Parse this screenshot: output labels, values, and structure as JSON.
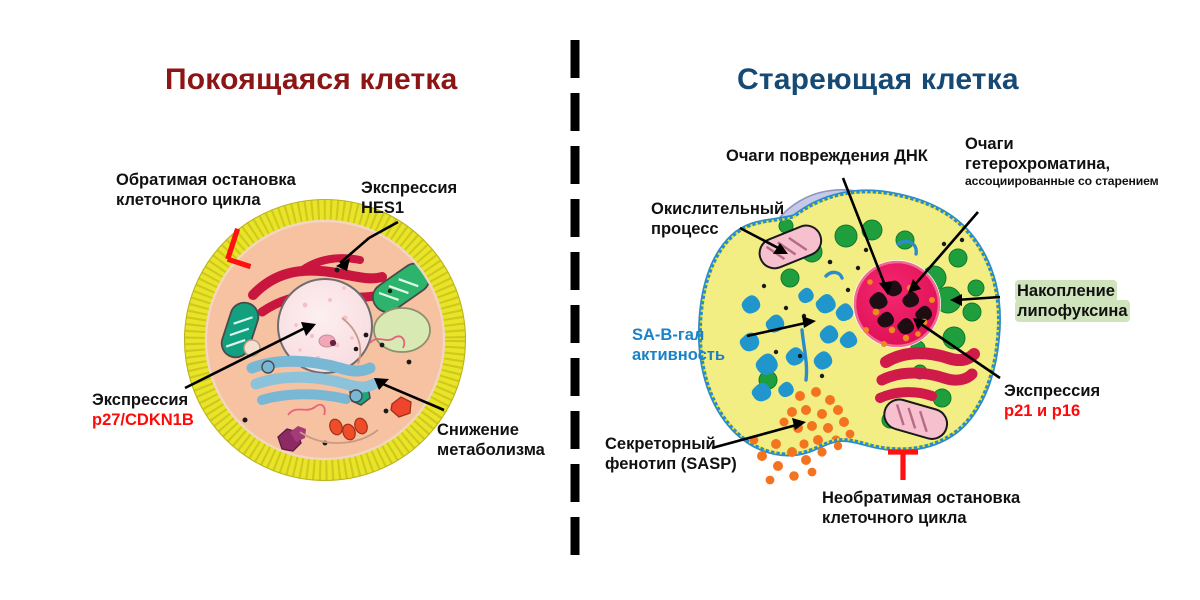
{
  "diagram": {
    "type": "scientific-illustration",
    "subject": "Quiescent cell vs senescent cell comparison",
    "divider": "vertical-dashed-line"
  },
  "panels": {
    "left": {
      "title": "Покоящаяся клетка",
      "title_color": "#8c1515",
      "cell": {
        "name": "quiescent-cell",
        "membrane_color": "#e8e331",
        "cytoplasm_color": "#f7c4a4",
        "nucleus_color": "#fbe3e6"
      },
      "labels": [
        {
          "name": "reversible-arrest",
          "line1": "Обратимая остановка",
          "line2": "клеточного цикла",
          "color": "#111111",
          "marker": "red-inhibition-bar"
        },
        {
          "name": "hes1-expression",
          "line1": "Экспрессия",
          "line2": "HES1",
          "color": "#111111"
        },
        {
          "name": "p27-expression",
          "line1": "Экспрессия",
          "line2": "p27/CDKN1B",
          "color": "#111111",
          "accent_color": "#ff0a0a"
        },
        {
          "name": "reduced-metabolism",
          "line1": "Снижение",
          "line2": "метаболизма",
          "color": "#111111"
        }
      ]
    },
    "right": {
      "title": "Стареющая клетка",
      "title_color": "#164a74",
      "cell": {
        "name": "senescent-cell",
        "membrane_color": "#2b8ccc",
        "cytoplasm_color": "#f2ee84",
        "nucleus_color": "#ec1c63",
        "halo_color": "#b9bfe0"
      },
      "labels": [
        {
          "name": "dna-damage-foci",
          "line1": "Очаги повреждения ДНК",
          "color": "#111111"
        },
        {
          "name": "oxidative-process",
          "line1": "Окислительный",
          "line2": "процесс",
          "color": "#111111"
        },
        {
          "name": "heterochromatin-foci",
          "line1": "Очаги",
          "line2": "гетерохроматина,",
          "line3": "ассоциированные со старением",
          "color": "#111111"
        },
        {
          "name": "lipofuscin-accumulation",
          "line1": "Накопление",
          "line2": "липофуксина",
          "color": "#111111",
          "highlight_color": "#cfe3bd"
        },
        {
          "name": "sa-beta-gal-activity",
          "line1": "SA-B-гал",
          "line2": "активность",
          "color": "#1a83c7"
        },
        {
          "name": "p21-p16-expression",
          "line1": "Экспрессия",
          "line2": "p21 и p16",
          "color": "#111111",
          "accent_color": "#ff0a0a"
        },
        {
          "name": "sasp-secretory-phenotype",
          "line1": "Секреторный",
          "line2": "фенотип (SASP)",
          "color": "#111111"
        },
        {
          "name": "irreversible-arrest",
          "line1": "Необратимая остановка",
          "line2": "клеточного цикла",
          "color": "#111111",
          "marker": "red-inhibition-bar"
        }
      ]
    }
  }
}
